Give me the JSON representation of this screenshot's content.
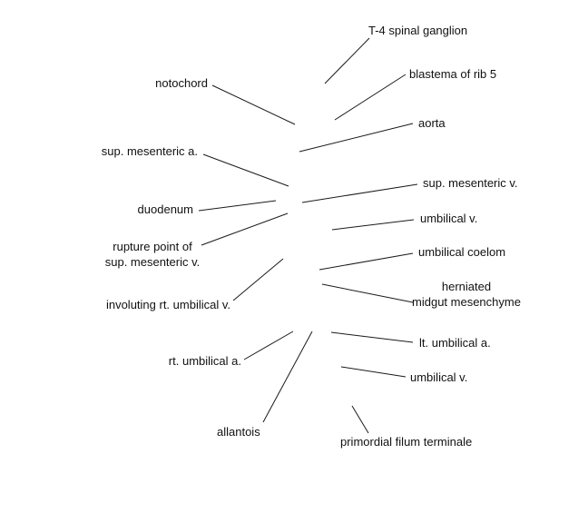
{
  "diagram": {
    "labels": {
      "t4_spinal_ganglion": "T-4 spinal ganglion",
      "notochord": "notochord",
      "blastema_of_rib_5": "blastema of rib 5",
      "aorta": "aorta",
      "sup_mesenteric_a": "sup. mesenteric a.",
      "sup_mesenteric_v": "sup. mesenteric v.",
      "duodenum": "duodenum",
      "umbilical_v_upper": "umbilical v.",
      "rupture_point": [
        "rupture point of",
        "sup. mesenteric v."
      ],
      "umbilical_coelom": "umbilical coelom",
      "involuting_rt_umbilical_v": "involuting rt. umbilical v.",
      "herniated_midgut": [
        "herniated",
        "midgut mesenchyme"
      ],
      "rt_umbilical_a": "rt. umbilical a.",
      "lt_umbilical_a": "lt. umbilical a.",
      "umbilical_v_lower": "umbilical v.",
      "allantois": "allantois",
      "primordial_filum_terminale": "primordial filum terminale"
    }
  }
}
